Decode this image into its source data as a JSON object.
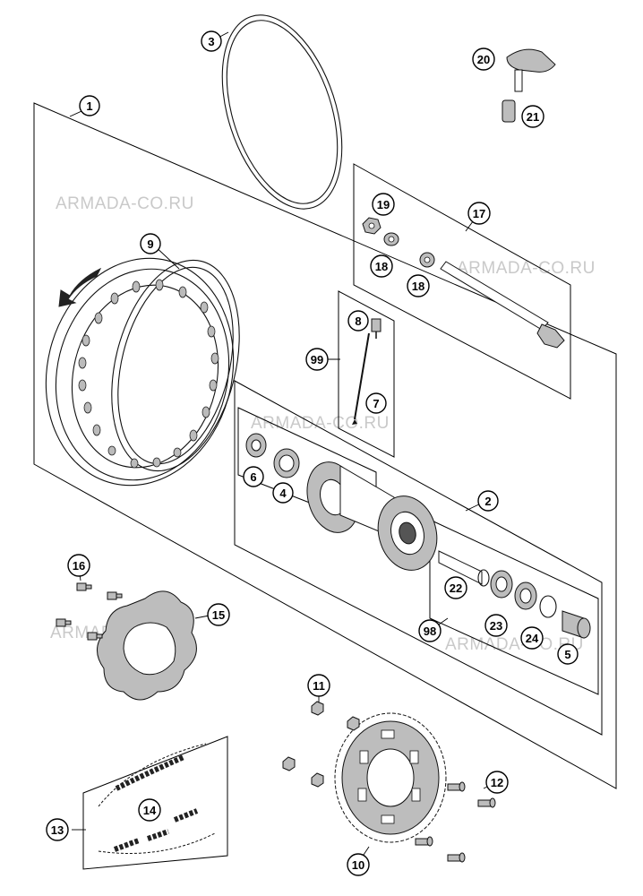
{
  "watermark_text": "ARMADA-CO.RU",
  "callouts": {
    "c1": "1",
    "c2": "2",
    "c3": "3",
    "c4": "4",
    "c5": "5",
    "c6": "6",
    "c7": "7",
    "c8": "8",
    "c9": "9",
    "c10": "10",
    "c11": "11",
    "c12": "12",
    "c13": "13",
    "c14": "14",
    "c15": "15",
    "c16": "16",
    "c17": "17",
    "c18a": "18",
    "c18b": "18",
    "c19": "19",
    "c20": "20",
    "c21": "21",
    "c22": "22",
    "c23": "23",
    "c24": "24",
    "c98": "98",
    "c99": "99"
  }
}
